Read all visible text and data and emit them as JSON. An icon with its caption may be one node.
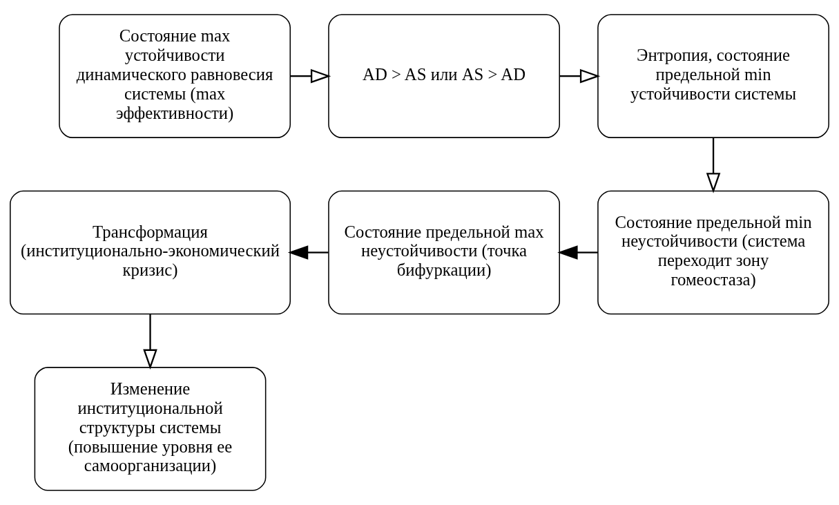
{
  "diagram": {
    "nodes": [
      {
        "text": [
          "Состояние max устойчивости динамического равновесия системы (max эффективности)"
        ]
      },
      {
        "text": [
          "AD > AS или AS > AD"
        ]
      },
      {
        "text": [
          "Энтропия, состояние предельной min устойчивости системы"
        ]
      },
      {
        "text": [
          "Трансформация (институционально-экономический кризис)"
        ]
      },
      {
        "text": [
          "Состояние предельной max неустойчивости (точка бифуркации)"
        ]
      },
      {
        "text": [
          "Состояние предельной min неустойчивости (система переходит зону гомеостаза)"
        ]
      },
      {
        "text": [
          "Изменение институциональной структуры системы (повышение уровня ее самоорганизации)"
        ]
      }
    ],
    "edges": [
      {
        "from": 0,
        "to": 1,
        "arrow": "to"
      },
      {
        "from": 1,
        "to": 2,
        "arrow": "to"
      },
      {
        "from": 2,
        "to": 5,
        "arrow": "to"
      },
      {
        "from": 5,
        "to": 4,
        "arrow": "to"
      },
      {
        "from": 4,
        "to": 3,
        "arrow": "to"
      },
      {
        "from": 3,
        "to": 6,
        "arrow": "to"
      }
    ]
  }
}
